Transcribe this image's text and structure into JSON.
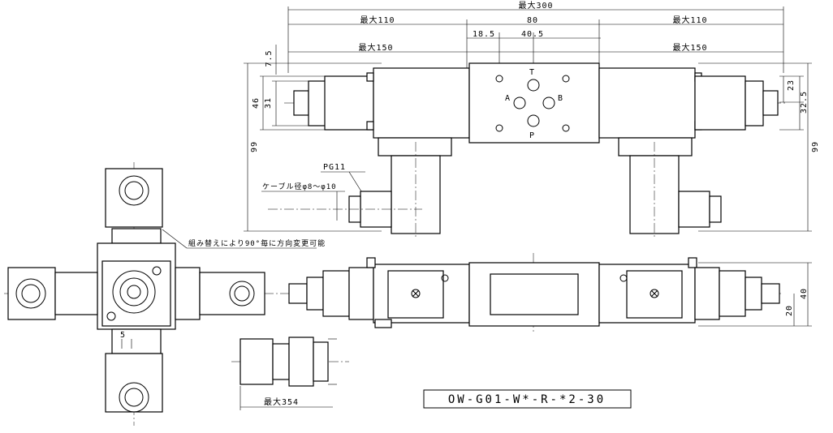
{
  "dimensions": {
    "overall": "最大300",
    "left_110": "最大110",
    "center_80": "80",
    "right_110": "最大110",
    "d_18_5": "18.5",
    "d_40_5": "40.5",
    "left_150": "最大150",
    "right_150": "最大150",
    "d_7_5": "7.5",
    "d_46": "46",
    "d_31": "31",
    "d_99_left": "99",
    "d_99_right": "99",
    "d_23": "23",
    "d_32_5": "32.5",
    "d_40": "40",
    "d_20": "20",
    "d_5": "5",
    "d_354": "最大354"
  },
  "ports": {
    "t": "T",
    "a": "A",
    "b": "B",
    "p": "P"
  },
  "notes": {
    "pg11": "PG11",
    "cable": "ケーブル径φ8～φ10",
    "rotate": "組み替えにより90°毎に方向変更可能"
  },
  "model_code": "OW-G01-W*-R-*2-30"
}
